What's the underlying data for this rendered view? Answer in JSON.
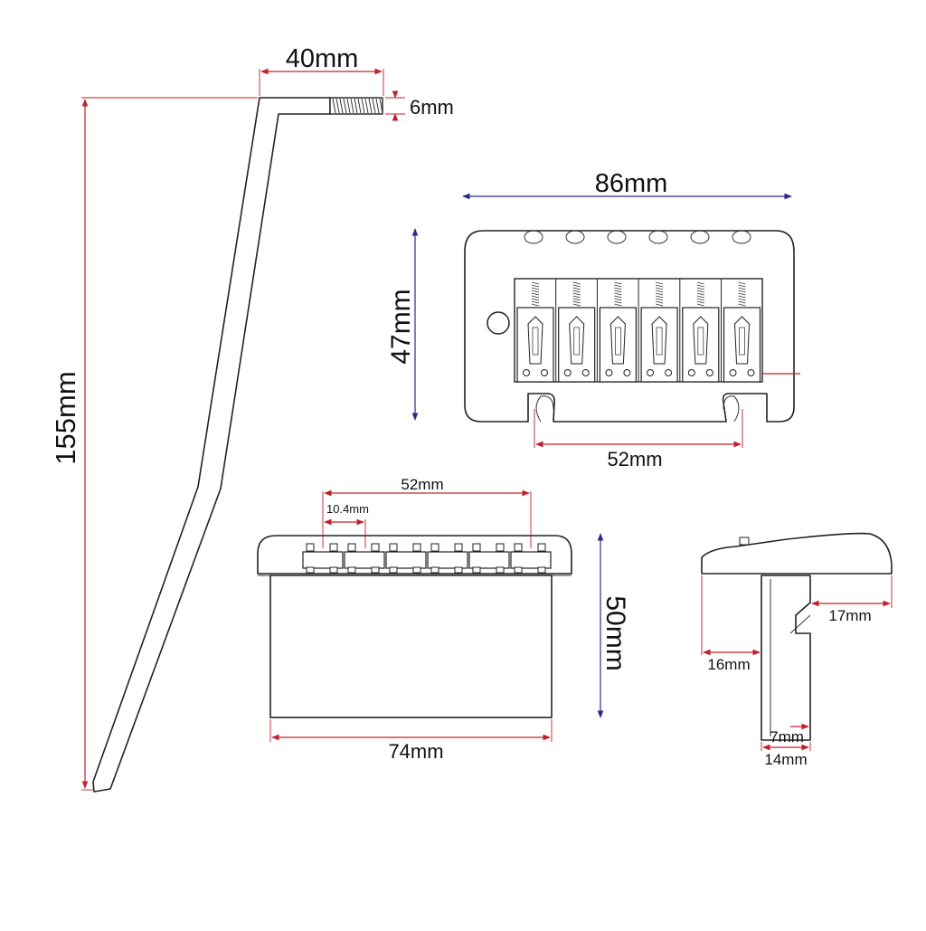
{
  "dimensions": {
    "arm_thread_length": "40mm",
    "arm_thread_diameter": "6mm",
    "arm_height": "155mm",
    "plate_width": "86mm",
    "plate_depth": "47mm",
    "mount_spacing_top": "52mm",
    "string_span": "52mm",
    "string_spacing": "10.4mm",
    "block_height": "50mm",
    "block_width": "74mm",
    "side_saddle_length": "17mm",
    "side_front_length": "16mm",
    "block_inner": "7mm",
    "block_thickness": "14mm"
  },
  "colors": {
    "dimension_red": "#c0202a",
    "dimension_blue": "#2a2a8a",
    "outline": "#222222",
    "background": "#ffffff"
  }
}
